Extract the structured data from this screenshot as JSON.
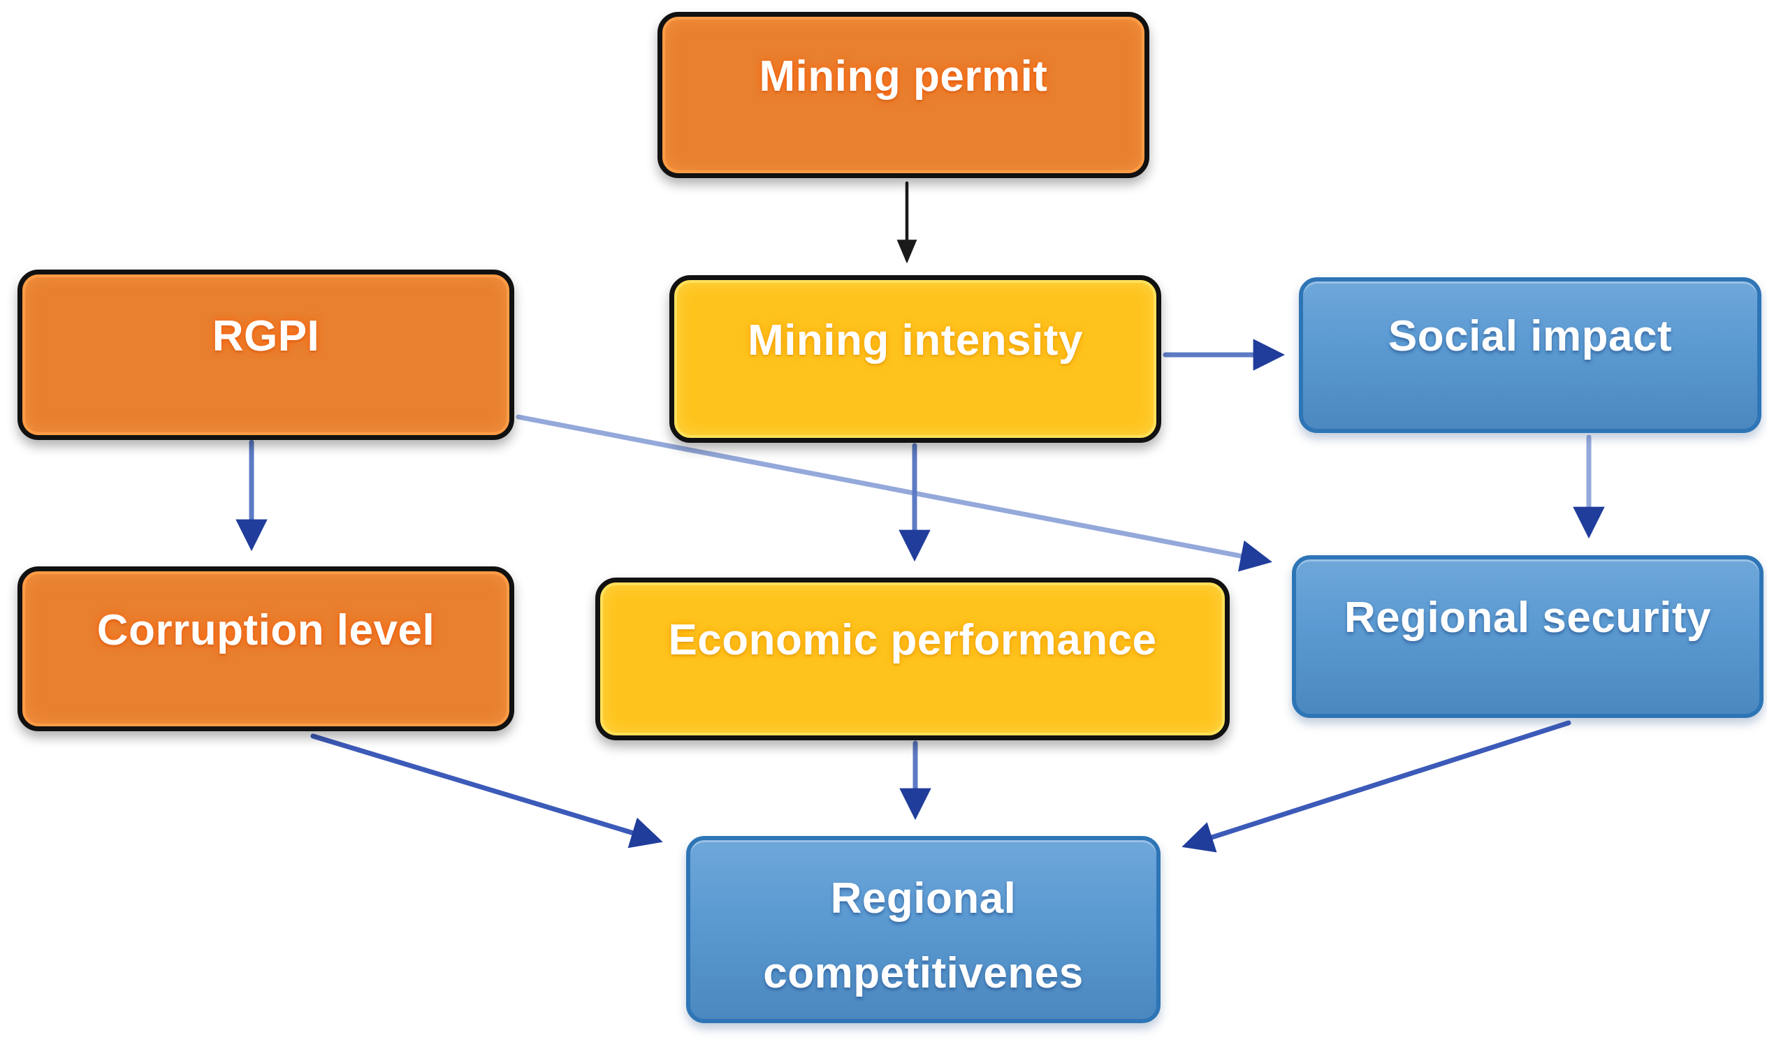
{
  "diagram": {
    "type": "flowchart",
    "nodes": [
      {
        "id": "mining-permit",
        "label": "Mining permit",
        "style": "orange"
      },
      {
        "id": "rgpi",
        "label": "RGPI",
        "style": "orange"
      },
      {
        "id": "mining-intensity",
        "label": "Mining intensity",
        "style": "yellow"
      },
      {
        "id": "social-impact",
        "label": "Social impact",
        "style": "blue"
      },
      {
        "id": "corruption-level",
        "label": "Corruption level",
        "style": "orange"
      },
      {
        "id": "economic-performance",
        "label": "Economic performance",
        "style": "yellow"
      },
      {
        "id": "regional-security",
        "label": "Regional security",
        "style": "blue"
      },
      {
        "id": "regional-competitivenes",
        "label": "Regional competitivenes",
        "style": "blue"
      }
    ],
    "edges": [
      {
        "from": "mining-permit",
        "to": "mining-intensity",
        "color": "black"
      },
      {
        "from": "mining-intensity",
        "to": "social-impact",
        "color": "blue"
      },
      {
        "from": "rgpi",
        "to": "corruption-level",
        "color": "blue"
      },
      {
        "from": "rgpi",
        "to": "regional-security",
        "color": "blue-light"
      },
      {
        "from": "mining-intensity",
        "to": "economic-performance",
        "color": "blue"
      },
      {
        "from": "social-impact",
        "to": "regional-security",
        "color": "blue-light"
      },
      {
        "from": "corruption-level",
        "to": "regional-competitivenes",
        "color": "blue-strong"
      },
      {
        "from": "economic-performance",
        "to": "regional-competitivenes",
        "color": "blue"
      },
      {
        "from": "regional-security",
        "to": "regional-competitivenes",
        "color": "blue-strong"
      }
    ]
  },
  "colors": {
    "background": "#FFFFFF",
    "text": "#FFFFFF",
    "orange_fill": "#E8802F",
    "orange_rim": "#FF9C45",
    "yellow_fill": "#FEC41D",
    "yellow_rim": "#FFE05A",
    "blue_fill": "#5B9AD2",
    "blue_fill_dark": "#4C88C0",
    "blue_border": "#2E75B6",
    "box_border": "#111111",
    "arrow_blue": "#5D7BC4",
    "arrow_blue_light": "#94A8DA",
    "arrow_blue_strong": "#3C5AB8",
    "arrow_head": "#203D9B",
    "arrow_black": "#1A1A1A"
  }
}
